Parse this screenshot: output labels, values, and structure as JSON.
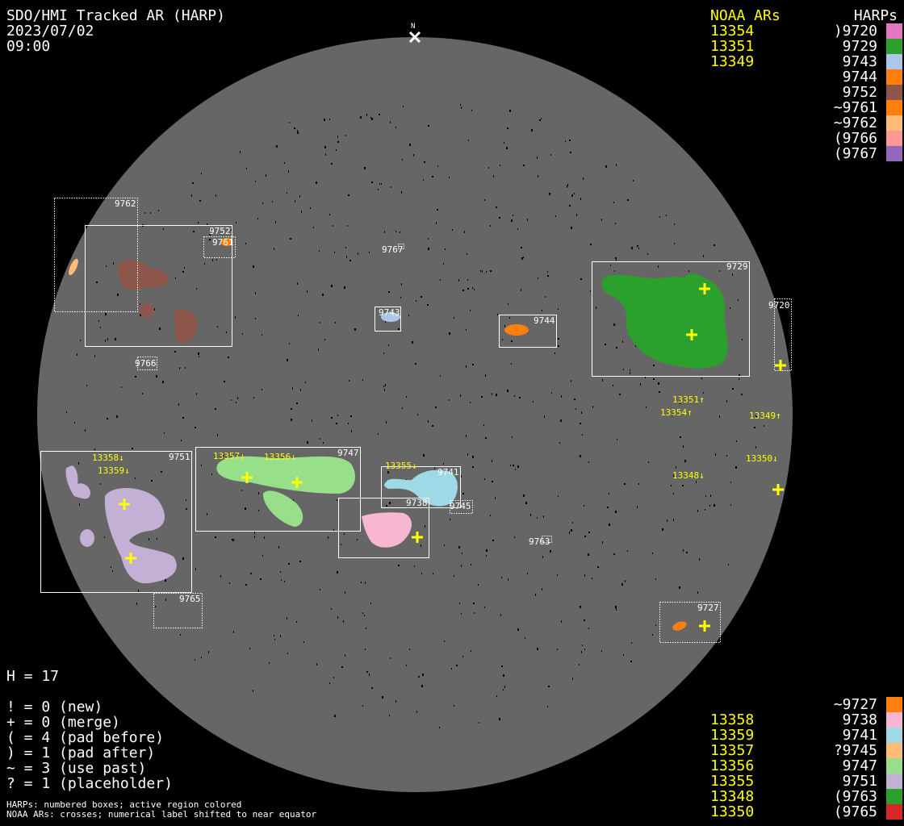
{
  "header": {
    "title": "SDO/HMI Tracked AR (HARP)",
    "date": "2023/07/02",
    "time": "09:00"
  },
  "north_label": "N",
  "top_legend": {
    "noaa_header": "NOAA ARs",
    "harp_header": "HARPs",
    "rows": [
      {
        "noaa": "13354",
        "harp": ")9720",
        "color": "#e377c2"
      },
      {
        "noaa": "13351",
        "harp": "9729",
        "color": "#2ca02c"
      },
      {
        "noaa": "13349",
        "harp": "9743",
        "color": "#aec7e8"
      },
      {
        "noaa": "",
        "harp": "9744",
        "color": "#ff7f0e"
      },
      {
        "noaa": "",
        "harp": "9752",
        "color": "#8c564b"
      },
      {
        "noaa": "",
        "harp": "~9761",
        "color": "#ff7f0e"
      },
      {
        "noaa": "",
        "harp": "~9762",
        "color": "#ffbb78"
      },
      {
        "noaa": "",
        "harp": "(9766",
        "color": "#ff9896"
      },
      {
        "noaa": "",
        "harp": "(9767",
        "color": "#9467bd"
      }
    ]
  },
  "bottom_legend": {
    "rows": [
      {
        "noaa": "",
        "harp": "~9727",
        "color": "#ff7f0e"
      },
      {
        "noaa": "13358",
        "harp": "9738",
        "color": "#f7b6d2"
      },
      {
        "noaa": "13359",
        "harp": "9741",
        "color": "#9edae5"
      },
      {
        "noaa": "13357",
        "harp": "?9745",
        "color": "#ffbb78"
      },
      {
        "noaa": "13356",
        "harp": "9747",
        "color": "#98df8a"
      },
      {
        "noaa": "13355",
        "harp": "9751",
        "color": "#c5b0d5"
      },
      {
        "noaa": "13348",
        "harp": "(9763",
        "color": "#2ca02c"
      },
      {
        "noaa": "13350",
        "harp": "(9765",
        "color": "#d62728"
      }
    ]
  },
  "stats": {
    "h": "H = 17",
    "lines": [
      "! = 0 (new)",
      "+ = 0 (merge)",
      "( = 4 (pad before)",
      ") = 1 (pad after)",
      "~ = 3 (use past)",
      "? = 1 (placeholder)"
    ]
  },
  "footnotes": [
    "HARPs: numbered boxes; active region colored",
    "NOAA ARs: crosses; numerical label shifted to near equator"
  ],
  "harp_boxes": {
    "b9762": "9762",
    "b9752": "9752",
    "b9761": "9761",
    "b9767": "9767",
    "b9743": "9743",
    "b9744": "9744",
    "b9729": "9729",
    "b9720": "9720",
    "b9766": "9766",
    "b9751": "9751",
    "b9747": "9747",
    "b9741": "9741",
    "b9738": "9738",
    "b9745": "9745",
    "b9765": "9765",
    "b9763": "9763",
    "b9727": "9727"
  },
  "noaa_labels": {
    "n13351": "13351↑",
    "n13354": "13354↑",
    "n13349": "13349↑",
    "n13350": "13350↓",
    "n13348": "13348↓",
    "n13358": "13358↓",
    "n13359": "13359↓",
    "n13357": "13357↓",
    "n13356": "13356↓",
    "n13355": "13355↓"
  },
  "colors": {
    "disk": "#666666",
    "cross": "#ffff00",
    "box": "#ffffff"
  }
}
